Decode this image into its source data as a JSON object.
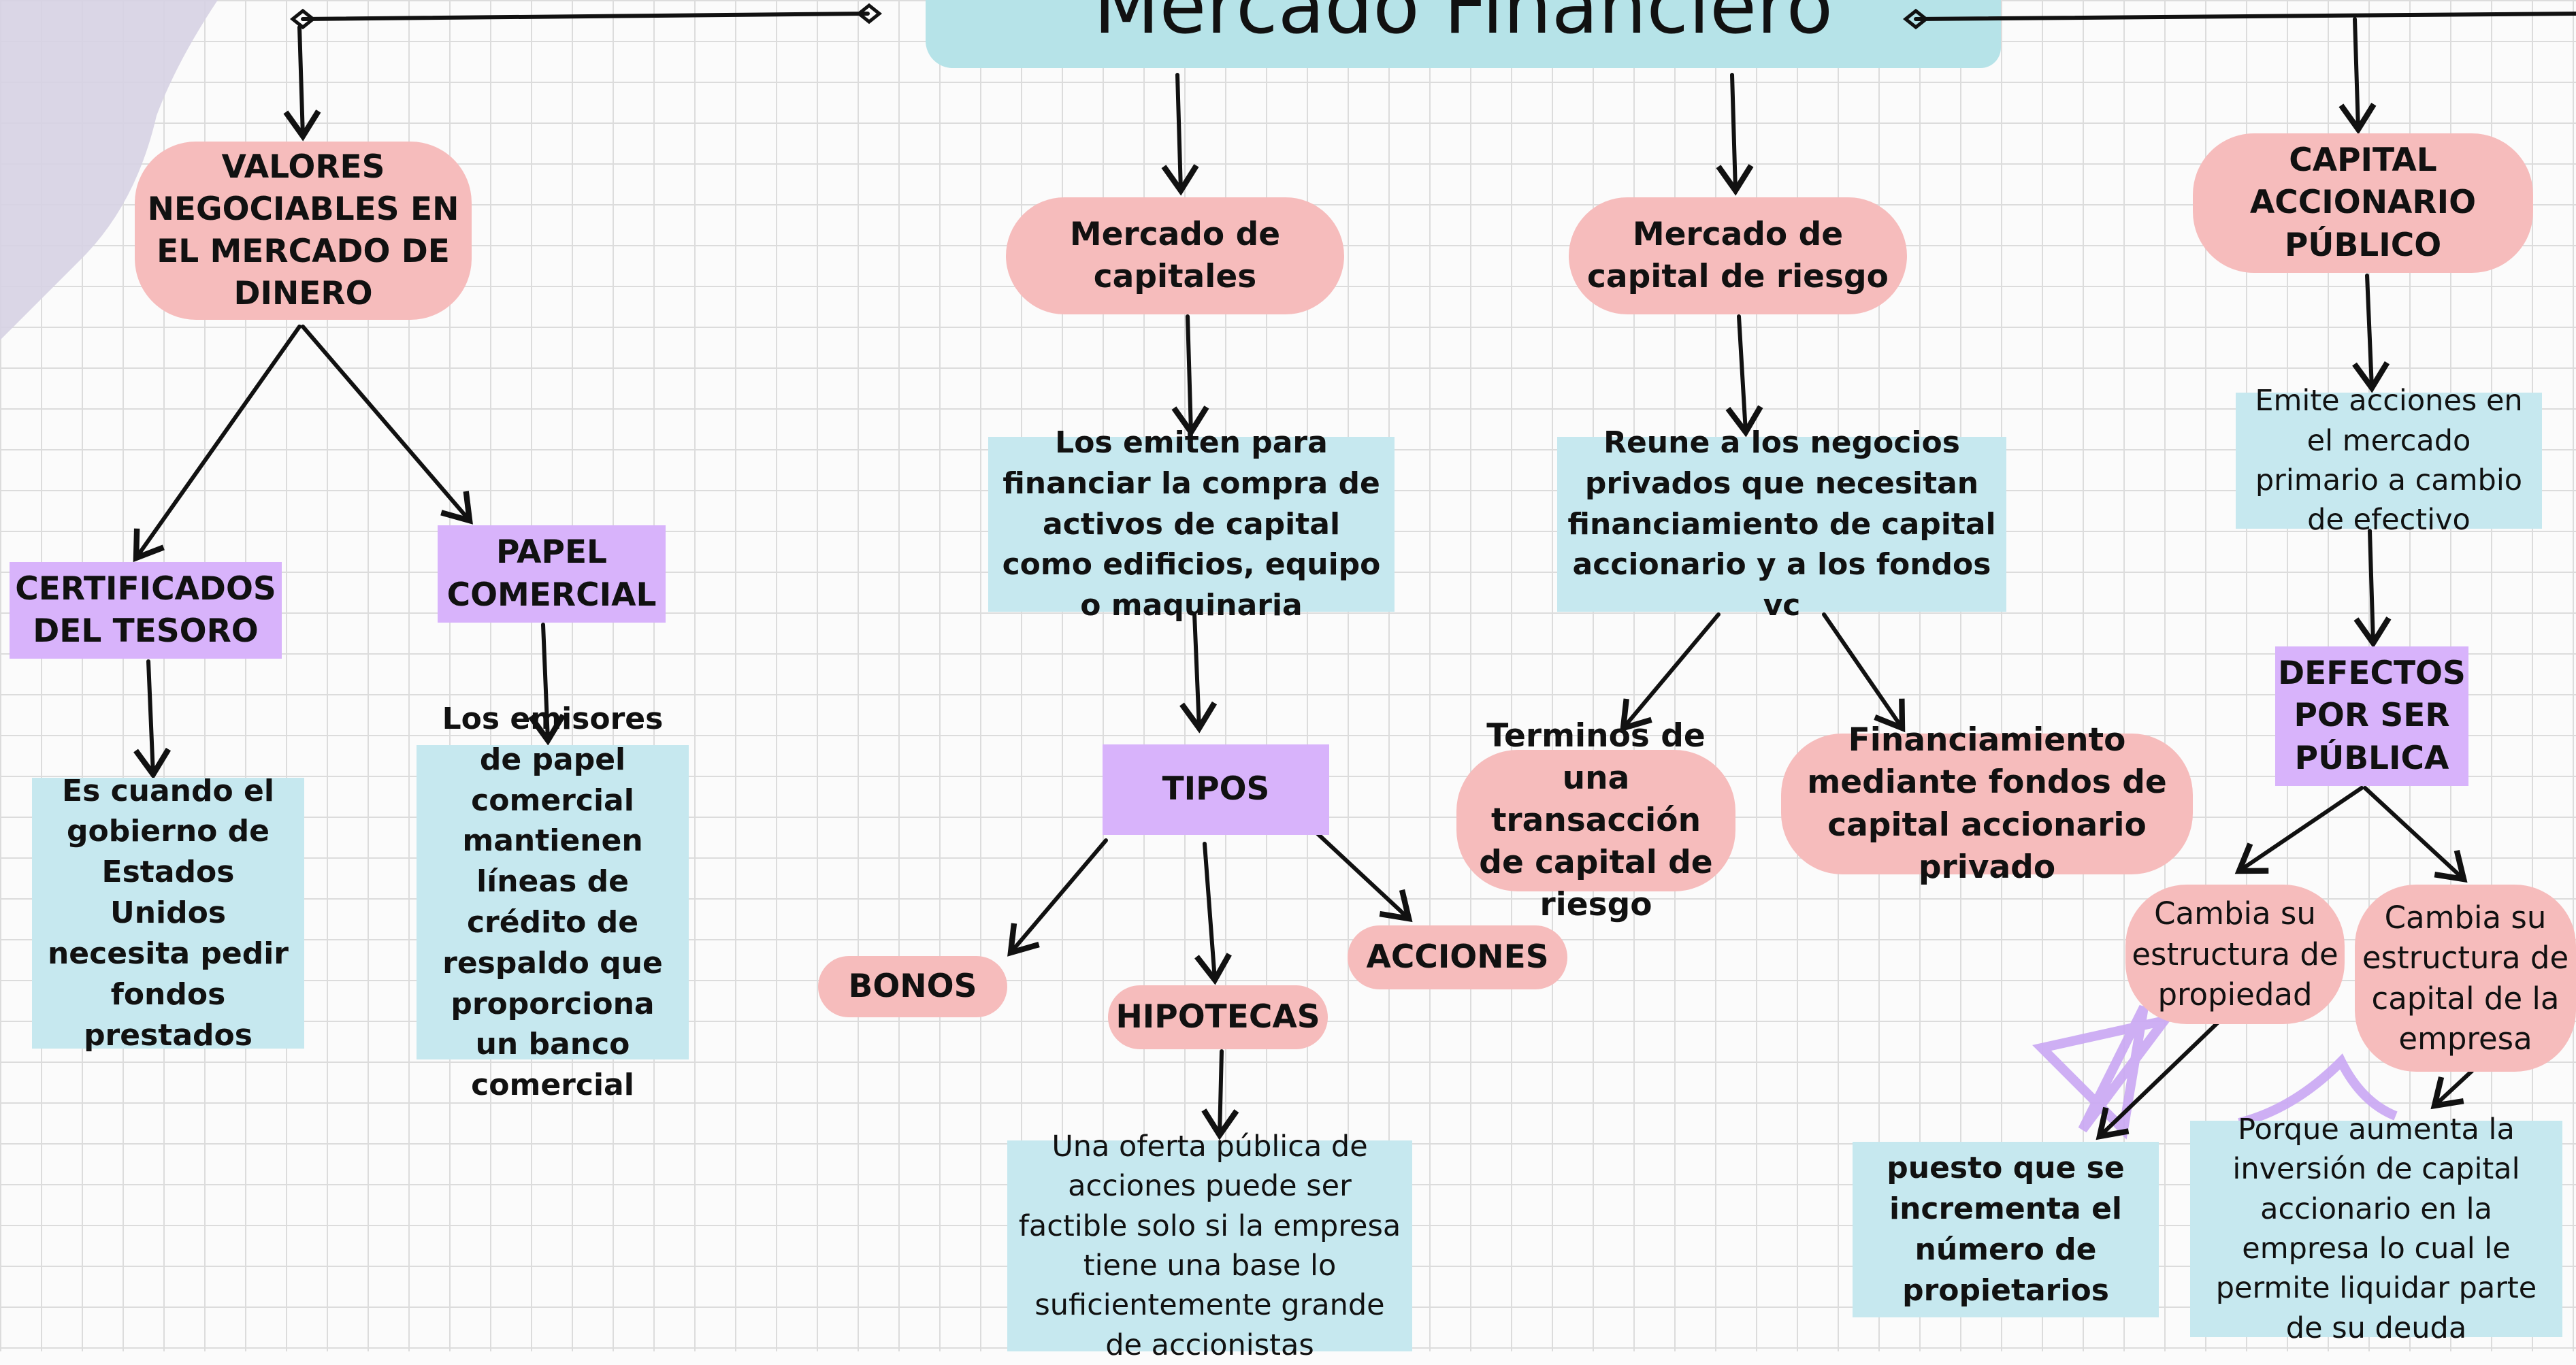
{
  "title": "Mercado Financiero",
  "colors": {
    "pill": "#f6bcbc",
    "lavender": "#d8b3fb",
    "blue_box": "#c6e8ef",
    "title_band": "#b6e3e8",
    "grid": "#dcdcdc",
    "arrow": "#111111"
  },
  "nodes": {
    "valores": "VALORES NEGOCIABLES EN EL MERCADO DE DINERO",
    "certificados": "CERTIFICADOS DEL TESORO",
    "papel": "PAPEL COMERCIAL",
    "es_cuando": "Es cuando el gobierno de Estados Unidos necesita pedir fondos prestados",
    "emisores": "Los emisores de papel comercial mantienen líneas de crédito de respaldo que proporciona un banco comercial",
    "mercado_capitales": "Mercado de capitales",
    "los_emiten": "Los emiten para financiar la compra de activos de capital como edificios, equipo o maquinaria",
    "tipos": "TIPOS",
    "bonos": "BONOS",
    "hipotecas": "HIPOTECAS",
    "acciones": "ACCIONES",
    "oferta": "Una oferta pública de acciones puede ser factible solo si la empresa tiene una base lo suficientemente grande de accionistas",
    "mercado_riesgo": "Mercado de capital de riesgo",
    "reune": "Reune a los negocios privados que necesitan financiamiento de capital accionario y a los fondos vc",
    "terminos": "Terminos de una transacción de capital de riesgo",
    "financiamiento": "Financiamiento mediante fondos de capital accionario privado",
    "capital_publico": "CAPITAL ACCIONARIO PÚBLICO",
    "emite": "Emite acciones en el mercado primario a cambio de efectivo",
    "defectos": "DEFECTOS POR SER PÚBLICA",
    "cambia_propiedad": "Cambia su estructura de propiedad",
    "cambia_capital": "Cambia su estructura de capital de la empresa",
    "puesto": "puesto que se incrementa el número de propietarios",
    "porque": "Porque aumenta la inversión de capital accionario en la empresa lo cual le permite liquidar parte de su deuda"
  }
}
